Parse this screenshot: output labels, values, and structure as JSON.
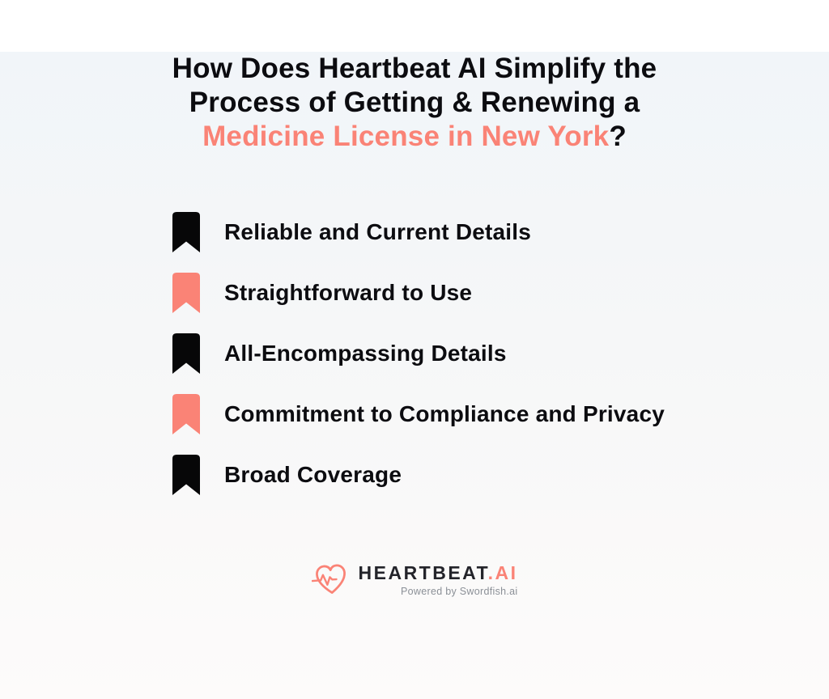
{
  "colors": {
    "accent": "#fa8376",
    "ink": "#0c0c10",
    "black_icon": "#070708",
    "brand": "#23242a",
    "muted": "#8b9097",
    "bg_top": "#f1f5f9",
    "bg_bottom": "#fdfbfa"
  },
  "title": {
    "line1": "How Does Heartbeat AI Simplify the",
    "line2": "Process of Getting & Renewing a",
    "line3_highlight": "Medicine License in New York",
    "line3_suffix": "?"
  },
  "list": {
    "items": [
      {
        "label": "Reliable and Current Details",
        "icon": "bookmark-icon",
        "icon_color": "#070708"
      },
      {
        "label": "Straightforward to Use",
        "icon": "bookmark-icon",
        "icon_color": "#fa8376"
      },
      {
        "label": "All-Encompassing Details",
        "icon": "bookmark-icon",
        "icon_color": "#070708"
      },
      {
        "label": "Commitment to Compliance and Privacy",
        "icon": "bookmark-icon",
        "icon_color": "#fa8376"
      },
      {
        "label": "Broad Coverage",
        "icon": "bookmark-icon",
        "icon_color": "#070708"
      }
    ]
  },
  "footer": {
    "brand_primary": "HEARTBEAT",
    "brand_suffix": ".AI",
    "tagline": "Powered by Swordfish.ai",
    "logo_icon": "heart-pulse-icon"
  }
}
